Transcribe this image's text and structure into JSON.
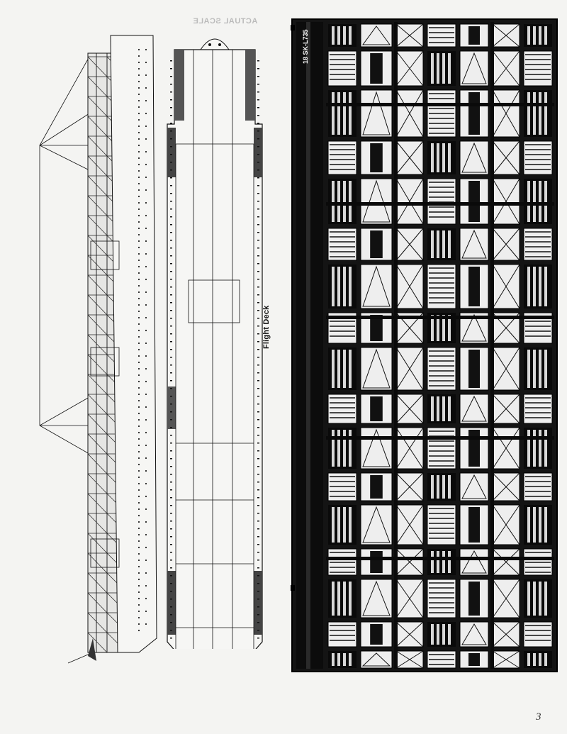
{
  "labels": {
    "flight_deck": "Flight Deck",
    "page_number": "3",
    "bleed_through": "ACTUAL SCALE",
    "part_number": "18 SK-L735"
  },
  "colors": {
    "paper": "#f4f4f2",
    "ink": "#111111",
    "fret_dark": "#141414",
    "fret_light": "#eeeeee"
  }
}
